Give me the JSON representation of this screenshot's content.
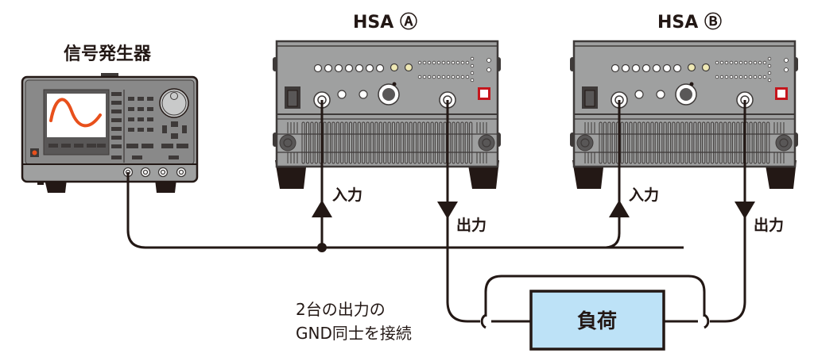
{
  "diagram": {
    "devices": {
      "signal_generator": {
        "label": "信号発生器"
      },
      "hsa_a": {
        "label": "HSA Ⓐ",
        "input_label": "入力",
        "output_label": "出力"
      },
      "hsa_b": {
        "label": "HSA Ⓑ",
        "input_label": "入力",
        "output_label": "出力"
      }
    },
    "load": {
      "label": "負荷"
    },
    "note": {
      "lines": [
        "2台の出力の",
        "GND同士を接続"
      ]
    },
    "colors": {
      "line": "#231815",
      "panel": "#9fa0a0",
      "panel_dark": "#3e3a39",
      "screen": "#ffffff",
      "waveform": "#e8501c",
      "load_fill": "#bde2f7",
      "led_yellow": "#efe9b5",
      "red_button": "#c5161d"
    }
  }
}
